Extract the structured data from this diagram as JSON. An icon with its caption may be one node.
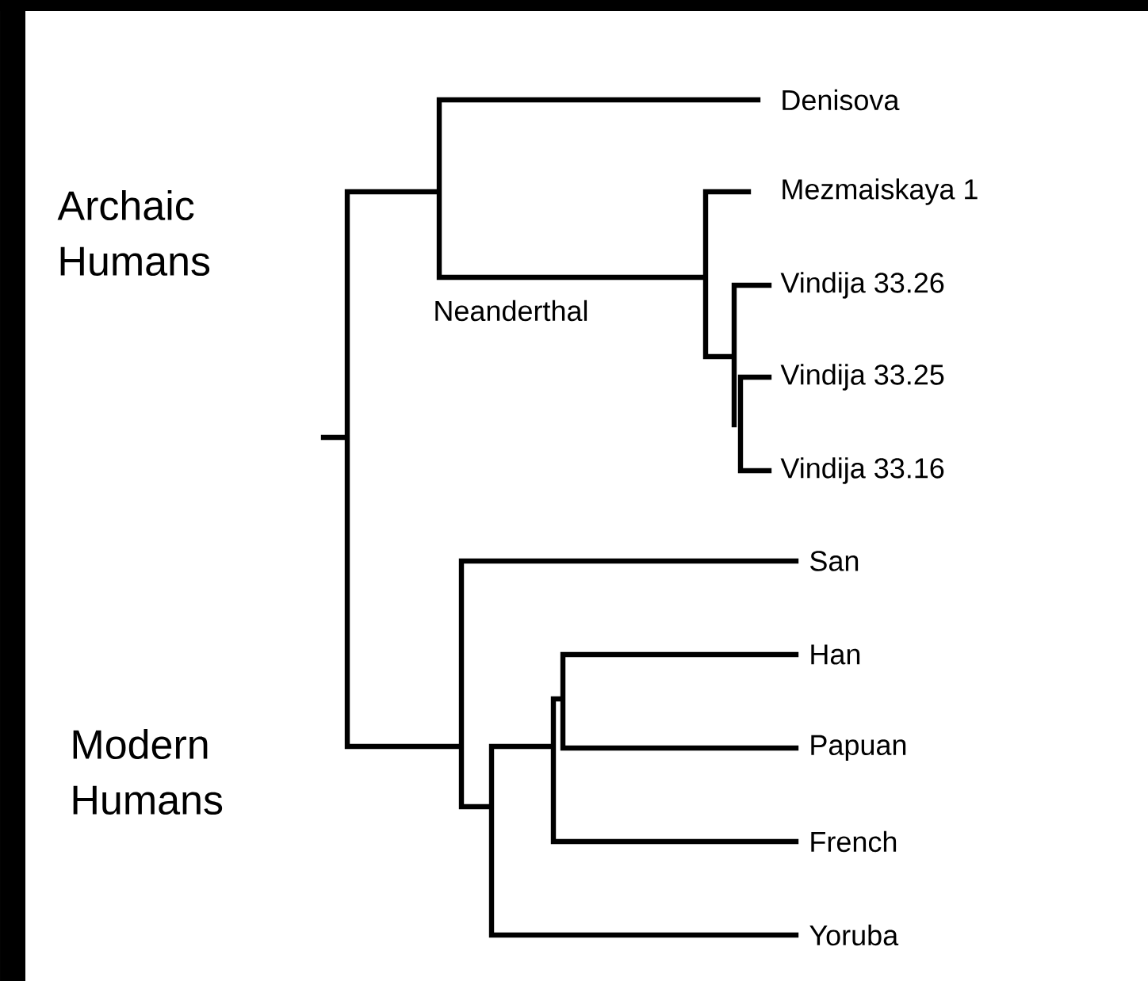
{
  "diagram": {
    "labels": [
      "Denisova",
      "Archaic Humans",
      "Mezmaiskaya 1",
      "Vindija 33.26",
      "Neanderthal",
      "Vindija 33.25",
      "Vindija 33.16",
      "San",
      "Han",
      "Modern Humans",
      "Papuan",
      "French",
      "Yoruba"
    ]
  }
}
